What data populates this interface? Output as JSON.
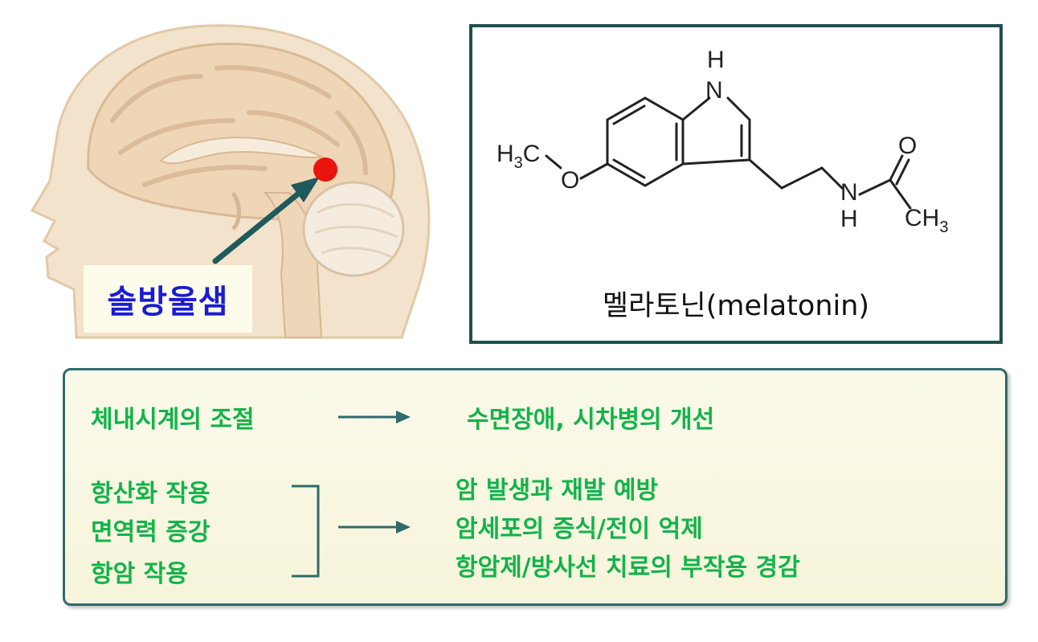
{
  "brain": {
    "label": "솔방울샘",
    "label_color": "#1a1ad6",
    "marker_color": "#e8140e",
    "arrow_color": "#1f5a5c"
  },
  "molecule": {
    "name": "멜라토닌(melatonin)",
    "atoms": {
      "nh_h": "H",
      "nh_n": "N",
      "methoxy_c": "H3C",
      "methoxy_o": "O",
      "amide_n": "N",
      "amide_h": "H",
      "carbonyl_o": "O",
      "methyl": "CH3"
    },
    "border_color": "#1f4f50"
  },
  "effects": {
    "text_color": "#12b34a",
    "row1": {
      "cause": "체내시계의 조절",
      "effect": "수면장애, 시차병의 개선"
    },
    "row2": {
      "causes": [
        "항산화 작용",
        "면역력 증강",
        "항암 작용"
      ],
      "effects": [
        "암 발생과 재발 예방",
        "암세포의 증식/전이 억제",
        "항암제/방사선 치료의 부작용 경감"
      ]
    }
  }
}
